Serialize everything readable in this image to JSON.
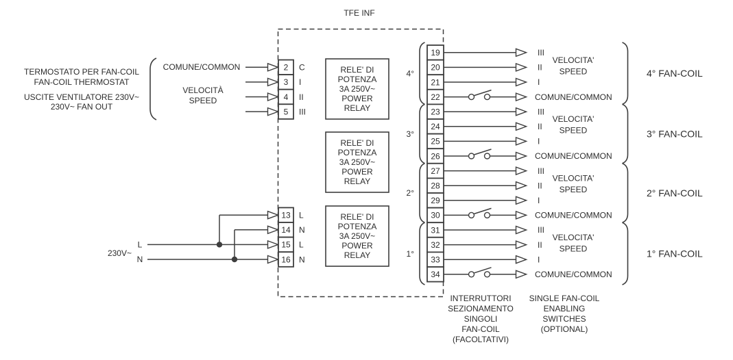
{
  "diagram_title": "TFE INF",
  "colors": {
    "line": "#3e3e3e",
    "text": "#2c2c2c",
    "background": "#ffffff"
  },
  "left_annotations": {
    "thermostat_line1": "TERMOSTATO PER FAN-COIL",
    "thermostat_line2": "FAN-COIL THERMOSTAT",
    "fan_out_line1": "USCITE VENTILATORE 230V~",
    "fan_out_line2": "230V~ FAN OUT"
  },
  "thermostat_group": {
    "common_label": "COMUNE/COMMON",
    "speed_label_line1": "VELOCITÀ",
    "speed_label_line2": "SPEED",
    "terminals": [
      {
        "number": "2",
        "label": "C"
      },
      {
        "number": "3",
        "label": "I"
      },
      {
        "number": "4",
        "label": "II"
      },
      {
        "number": "5",
        "label": "III"
      }
    ]
  },
  "mains_group": {
    "voltage_label": "230V~",
    "line_label": "L",
    "neutral_label": "N",
    "terminals": [
      {
        "number": "13",
        "label": "L"
      },
      {
        "number": "14",
        "label": "N"
      },
      {
        "number": "15",
        "label": "L"
      },
      {
        "number": "16",
        "label": "N"
      }
    ]
  },
  "relays": {
    "count": 3,
    "label_lines": [
      "RELE' DI",
      "POTENZA",
      "3A 250V~",
      "POWER",
      "RELAY"
    ]
  },
  "fan_coil_groups": [
    {
      "group_label": "4°",
      "fan_coil_label": "4° FAN-COIL",
      "speed_line1": "VELOCITA'",
      "speed_line2": "SPEED",
      "terminals": [
        {
          "number": "19",
          "label": "III",
          "switch": false
        },
        {
          "number": "20",
          "label": "II",
          "switch": false
        },
        {
          "number": "21",
          "label": "I",
          "switch": false
        },
        {
          "number": "22",
          "label": "COMUNE/COMMON",
          "switch": true
        }
      ]
    },
    {
      "group_label": "3°",
      "fan_coil_label": "3° FAN-COIL",
      "speed_line1": "VELOCITA'",
      "speed_line2": "SPEED",
      "terminals": [
        {
          "number": "23",
          "label": "III",
          "switch": false
        },
        {
          "number": "24",
          "label": "II",
          "switch": false
        },
        {
          "number": "25",
          "label": "I",
          "switch": false
        },
        {
          "number": "26",
          "label": "COMUNE/COMMON",
          "switch": true
        }
      ]
    },
    {
      "group_label": "2°",
      "fan_coil_label": "2° FAN-COIL",
      "speed_line1": "VELOCITA'",
      "speed_line2": "SPEED",
      "terminals": [
        {
          "number": "27",
          "label": "III",
          "switch": false
        },
        {
          "number": "28",
          "label": "II",
          "switch": false
        },
        {
          "number": "29",
          "label": "I",
          "switch": false
        },
        {
          "number": "30",
          "label": "COMUNE/COMMON",
          "switch": true
        }
      ]
    },
    {
      "group_label": "1°",
      "fan_coil_label": "1° FAN-COIL",
      "speed_line1": "VELOCITA'",
      "speed_line2": "SPEED",
      "terminals": [
        {
          "number": "31",
          "label": "III",
          "switch": false
        },
        {
          "number": "32",
          "label": "II",
          "switch": false
        },
        {
          "number": "33",
          "label": "I",
          "switch": false
        },
        {
          "number": "34",
          "label": "COMUNE/COMMON",
          "switch": true
        }
      ]
    }
  ],
  "footnotes": {
    "switches_italian": [
      "INTERRUTTORI",
      "SEZIONAMENTO",
      "SINGOLI",
      "FAN-COIL",
      "(FACOLTATIVI)"
    ],
    "switches_english": [
      "SINGLE FAN-COIL",
      "ENABLING",
      "SWITCHES",
      "(OPTIONAL)"
    ]
  }
}
